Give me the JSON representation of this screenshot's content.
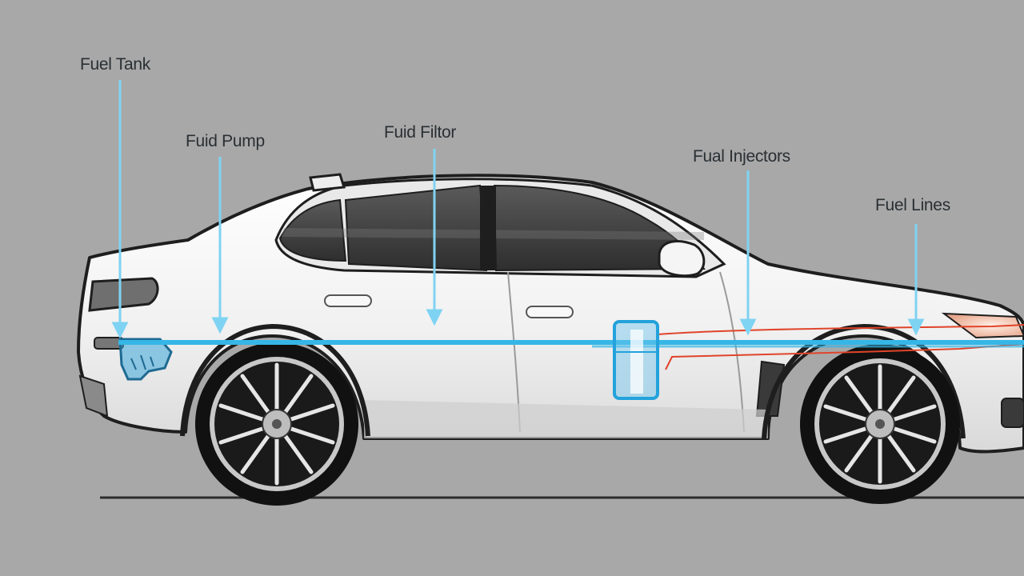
{
  "diagram": {
    "labels": {
      "fuel_tank": "Fuel Tank",
      "fuel_pump": "Fuid Pump",
      "fuel_filter": "Fuid Filtor",
      "fuel_injectors": "Fual Injectors",
      "fuel_lines": "Fuel Lines"
    },
    "colors": {
      "background": "#a8a8a8",
      "car_body": "#f4f4f4",
      "car_outline": "#1e1e1e",
      "window_tint": "#3a3a3a",
      "fuel_line": "#36b6e6",
      "arrow": "#7fd3f2",
      "return_line": "#e0442a",
      "ground": "#2c2c2c"
    },
    "icons": [
      "fuel-tank-shape",
      "fuel-filter-canister",
      "wheel-rim"
    ]
  }
}
